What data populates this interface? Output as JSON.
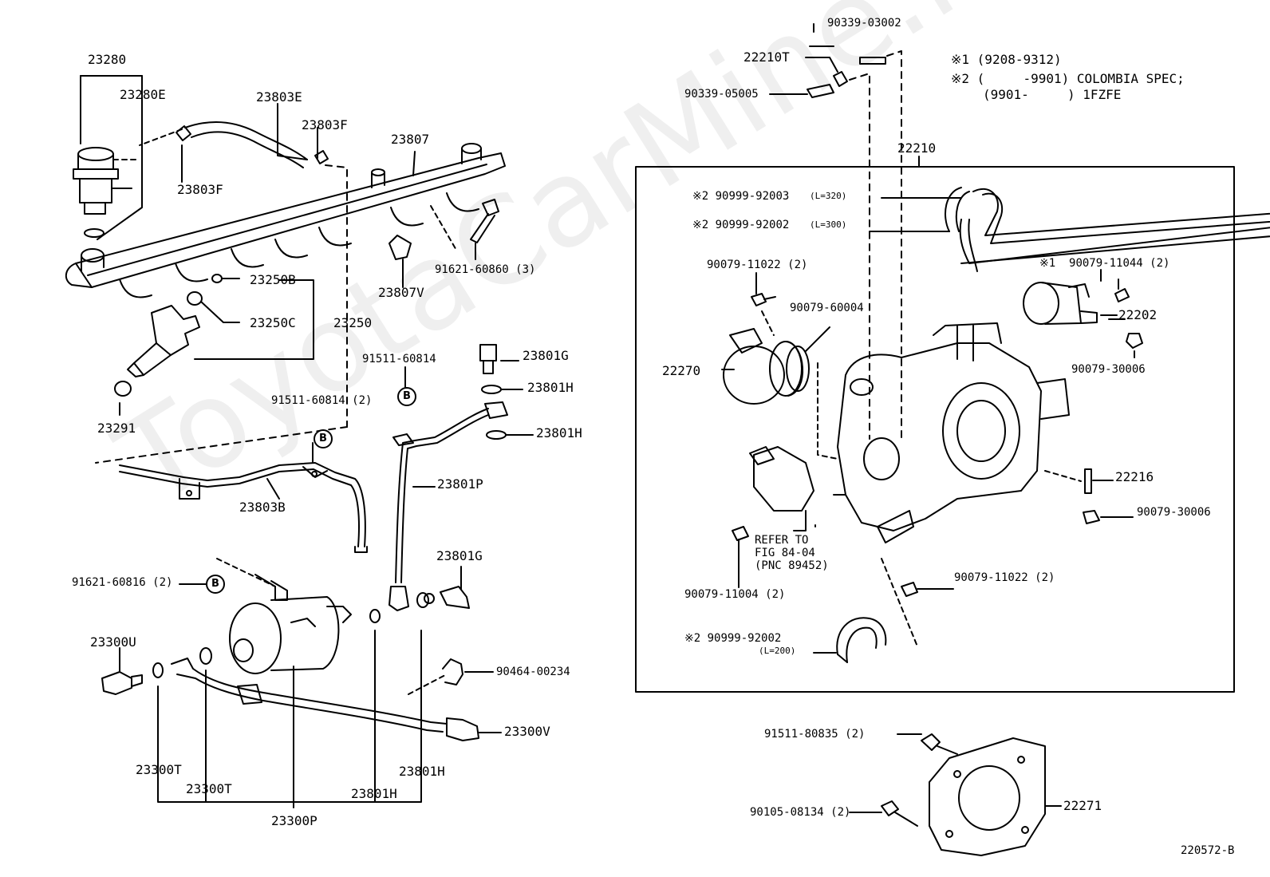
{
  "watermark": "ToyotaCarMine.ru",
  "figure_code": "220572-B",
  "notes": {
    "n1": "※1 (9208-9312)",
    "n2a": "※2 (     -9901) COLOMBIA SPEC;",
    "n2b": "(9901-     ) 1FZFE"
  },
  "callout_b": "B",
  "labels": {
    "p23280": "23280",
    "p23280E": "23280E",
    "p23803E": "23803E",
    "p23803F_a": "23803F",
    "p23803F_b": "23803F",
    "p23807": "23807",
    "p23250B": "23250B",
    "p23250C": "23250C",
    "p23250": "23250",
    "p23291": "23291",
    "p23807V": "23807V",
    "p91621_60860": "91621-60860 (3)",
    "p91511_60814": "91511-60814",
    "p91511_60814_2": "91511-60814 (2)",
    "p23801G_a": "23801G",
    "p23801H_a": "23801H",
    "p23801H_b": "23801H",
    "p23801P": "23801P",
    "p23803B": "23803B",
    "p91621_60816": "91621-60816 (2)",
    "p23801G_b": "23801G",
    "p23300U": "23300U",
    "p90464_00234": "90464-00234",
    "p23300V": "23300V",
    "p23300T_a": "23300T",
    "p23300T_b": "23300T",
    "p23801H_c": "23801H",
    "p23801H_d": "23801H",
    "p23300P": "23300P",
    "p90339_03002": "90339-03002",
    "p22210T": "22210T",
    "p90339_05005": "90339-05005",
    "p22210": "22210",
    "p90999_92003": "※2 90999-92003",
    "p90999_92003_l": "(L=320)",
    "p90999_92002": "※2 90999-92002",
    "p90999_92002_l": "(L=300)",
    "p90079_11022_a": "90079-11022 (2)",
    "p90079_11044": "※1  90079-11044 (2)",
    "p90079_60004": "90079-60004",
    "p22202": "22202",
    "p22270": "22270",
    "p90079_30006_a": "90079-30006",
    "p22216": "22216",
    "p90079_30006_b": "90079-30006",
    "refer1": "REFER TO",
    "refer2": "FIG 84-04",
    "refer3": "(PNC 89452)",
    "p90079_11004": "90079-11004 (2)",
    "p90079_11022_b": "90079-11022 (2)",
    "p90999_92002_b": "※2 90999-92002",
    "p90999_92002_b_l": "(L=200)",
    "p91511_80835": "91511-80835 (2)",
    "p90105_08134": "90105-08134 (2)",
    "p22271": "22271"
  }
}
